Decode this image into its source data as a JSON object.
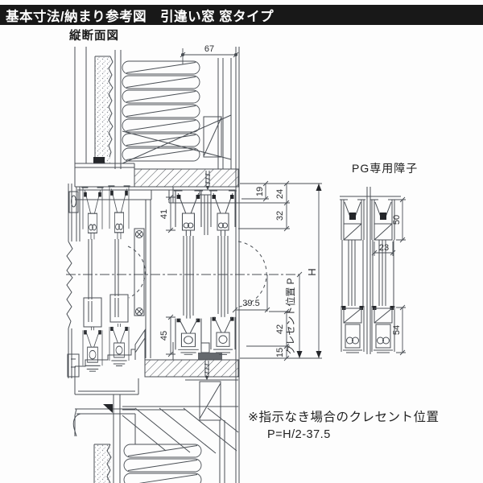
{
  "header": {
    "title": "基本寸法/納まり参考図　引違い窓 窓タイプ"
  },
  "section_label": "縦断面図",
  "dims": {
    "frame_depth": "67",
    "head_gap": "19",
    "head_rail": "24",
    "head_sash": "32",
    "top_rail_height": "41",
    "crescent_offset": "39.5",
    "bottom_rail_height": "45",
    "sill_rail": "42",
    "sill_base": "15",
    "window_height": "H",
    "crescent_position": "クレセント位置 P"
  },
  "pg": {
    "label": "PG専用障子",
    "top_rail": "50",
    "glazing_pocket": "23",
    "bottom_rail": "54"
  },
  "note": {
    "line1": "※指示なき場合のクレセント位置",
    "line2": "P=H/2-37.5"
  },
  "colors": {
    "line": "#4a4f55",
    "ink": "#2c2e31",
    "header_bg": "#181818"
  }
}
